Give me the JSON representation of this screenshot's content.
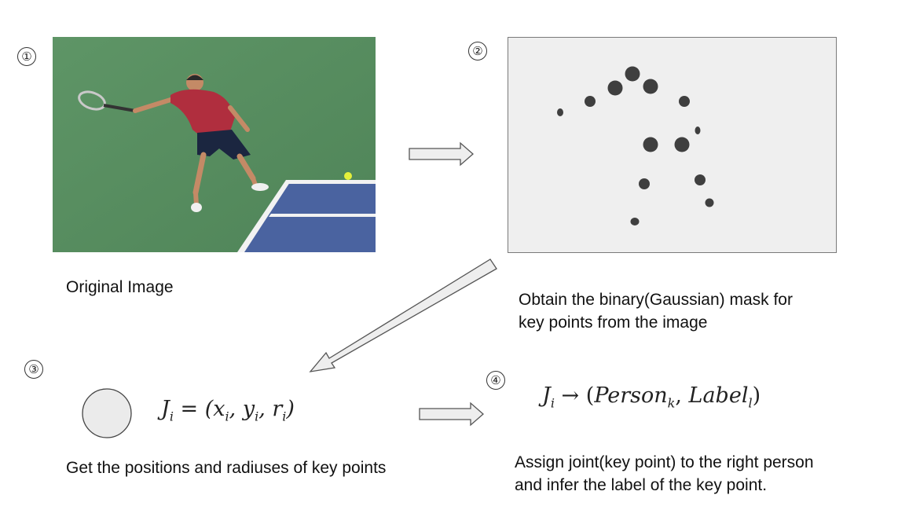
{
  "steps": [
    {
      "num": "①",
      "caption": "Original Image"
    },
    {
      "num": "②",
      "caption_lines": [
        "Obtain the binary(Gaussian) mask for",
        "key points from the image"
      ]
    },
    {
      "num": "③",
      "caption": "Get the positions and radiuses of key points"
    },
    {
      "num": "④",
      "caption_lines": [
        "Assign joint(key point) to the right person",
        "and infer the label of the key point."
      ]
    }
  ],
  "formula_1": {
    "lhs": "J",
    "lhs_sub": "i",
    "eq": "=",
    "rhs": "(x<sub>i</sub>, y<sub>i</sub>, r<sub>i</sub>)"
  },
  "formula_2": {
    "lhs": "J",
    "lhs_sub": "i",
    "arrow": "→",
    "person": "Person",
    "person_sub": "k",
    "label": "Label",
    "label_sub": "l"
  },
  "colors": {
    "court_green": "#5b8f63",
    "court_blue": "#4a63a0",
    "mask_bg": "#efefef",
    "keypoint": "#3f3f3f",
    "arrow_fill": "#eeeeee",
    "arrow_stroke": "#555555"
  },
  "icons": [
    "arrow-right-icon",
    "arrow-down-left-icon",
    "keypoint-circle-icon"
  ]
}
